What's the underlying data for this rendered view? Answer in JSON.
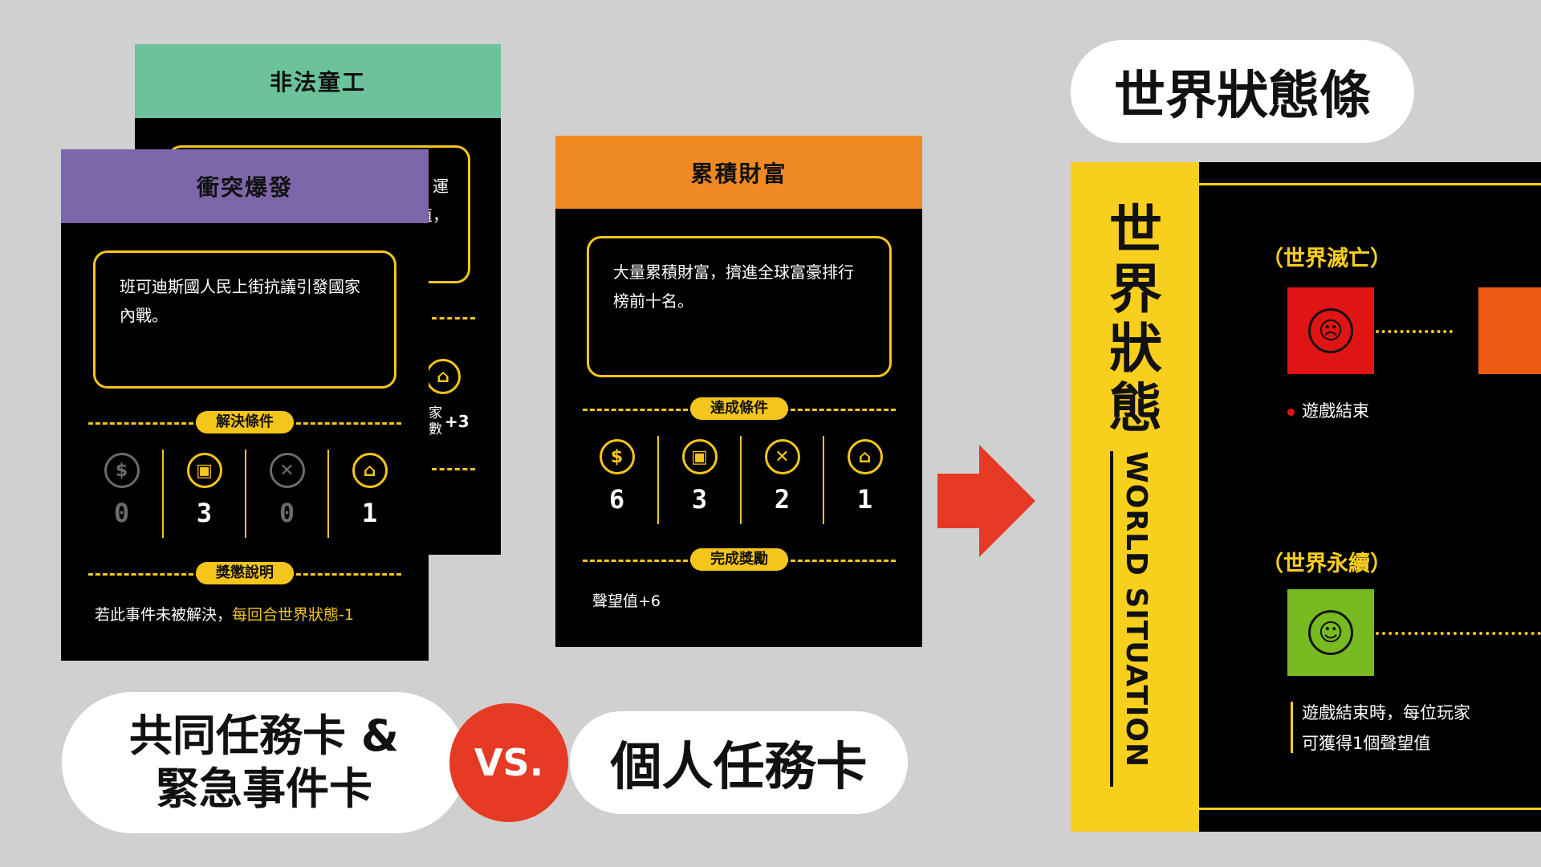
{
  "illegal_card": {
    "title": "非法童工",
    "desc_partial_1": "運",
    "desc_partial_2": "值，",
    "res_label": "家\n數",
    "res_bonus": "+3"
  },
  "conflict_card": {
    "title": "衝突爆發",
    "description": "班可迪斯國人民上街抗議引發國家內戰。",
    "condition_label": "解決條件",
    "resources": [
      {
        "icon": "$",
        "name": "money",
        "value": "0",
        "active": false
      },
      {
        "icon": "▣",
        "name": "goods",
        "value": "3",
        "active": true
      },
      {
        "icon": "✕",
        "name": "tools",
        "value": "0",
        "active": false
      },
      {
        "icon": "⌂",
        "name": "house",
        "value": "1",
        "active": true
      }
    ],
    "penalty_label": "獎懲說明",
    "penalty_text": "若此事件未被解決，",
    "penalty_highlight": "每回合世界狀態-1"
  },
  "wealth_card": {
    "title": "累積財富",
    "description": "大量累積財富，擠進全球富豪排行榜前十名。",
    "condition_label": "達成條件",
    "resources": [
      {
        "icon": "$",
        "name": "money",
        "value": "6",
        "active": true
      },
      {
        "icon": "▣",
        "name": "goods",
        "value": "3",
        "active": true
      },
      {
        "icon": "✕",
        "name": "tools",
        "value": "2",
        "active": true
      },
      {
        "icon": "⌂",
        "name": "house",
        "value": "1",
        "active": true
      }
    ],
    "reward_label": "完成獎勵",
    "reward_text": "聲望值+6"
  },
  "labels": {
    "shared_cards_line1": "共同任務卡 &",
    "shared_cards_line2": "緊急事件卡",
    "vs": "VS.",
    "personal_card": "個人任務卡",
    "world_bar_title": "世界狀態條"
  },
  "world_panel": {
    "vertical_title": "世界狀態",
    "vertical_subtitle": "WORLD SITUATION",
    "doom_label": "（世界滅亡）",
    "doom_note": "遊戲結束",
    "sustain_label": "（世界永續）",
    "sustain_note_1": "遊戲結束時，每位玩家",
    "sustain_note_2": "可獲得1個聲望值"
  },
  "colors": {
    "yellow": "#f4c51a",
    "green_head": "#6bc29b",
    "purple_head": "#7e66aa",
    "orange_head": "#ef8a22",
    "red_arrow": "#e63a24"
  }
}
